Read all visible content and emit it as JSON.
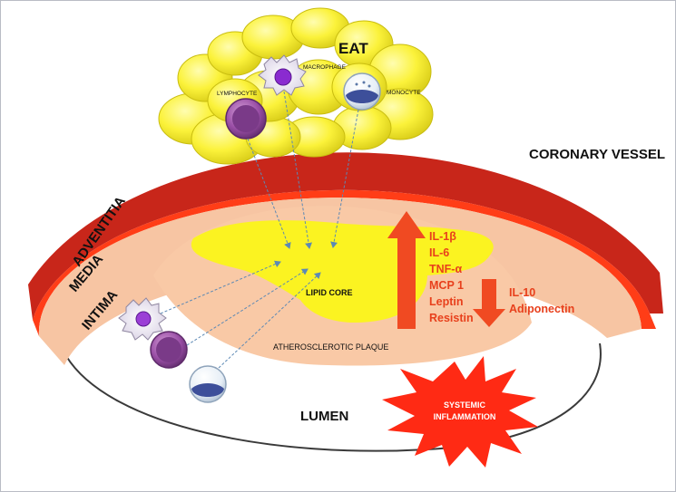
{
  "labels": {
    "eat": "EAT",
    "macrophage": "MACROPHAGE",
    "lymphocyte": "LYMPHOCYTE",
    "monocyte": "MONOCYTE",
    "coronary_vessel": "CORONARY VESSEL",
    "adventitia": "ADVENTITIA",
    "media": "MEDIA",
    "intima": "INTIMA",
    "lipid_core": "LIPID CORE",
    "atherosclerotic_plaque": "ATHEROSCLEROTIC PLAQUE",
    "lumen": "LUMEN",
    "systemic_line1": "SYSTEMIC",
    "systemic_line2": "INFLAMMATION"
  },
  "cytokines_up": [
    "IL-1β",
    "IL-6",
    "TNF-α",
    "MCP 1",
    "Leptin",
    "Resistin"
  ],
  "cytokines_down": [
    "IL-10",
    "Adiponectin"
  ],
  "colors": {
    "adventitia": "#c8261a",
    "media": "#ff3d17",
    "intima": "#f7c5a3",
    "plaque": "#f9c9a6",
    "lipid": "#fbf321",
    "fat": "#fbf23a",
    "cytokine_text": "#e8401c",
    "arrow": "#f04a22",
    "star": "#ff2a14",
    "dashed_arrow": "#5c89b5"
  }
}
